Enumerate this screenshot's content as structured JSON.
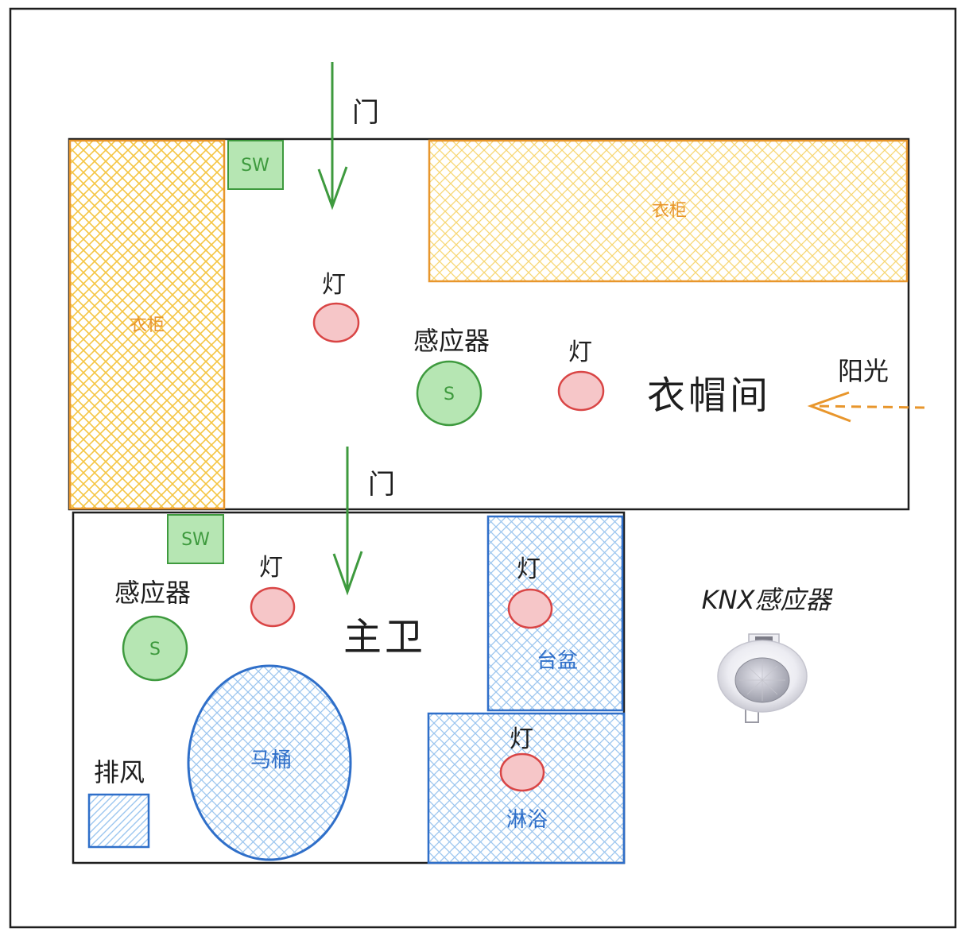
{
  "rooms": {
    "cloakroom": {
      "label": "衣帽间"
    },
    "bathroom": {
      "label": "主卫"
    }
  },
  "doors": [
    {
      "label": "门"
    },
    {
      "label": "门"
    }
  ],
  "wardrobes": [
    {
      "label": "衣柜"
    },
    {
      "label": "衣柜"
    }
  ],
  "switches": [
    {
      "label": "SW"
    },
    {
      "label": "SW"
    }
  ],
  "sensors": [
    {
      "title": "感应器",
      "symbol": "S"
    },
    {
      "title": "感应器",
      "symbol": "S"
    }
  ],
  "lights": [
    {
      "label": "灯"
    },
    {
      "label": "灯"
    },
    {
      "label": "灯"
    },
    {
      "label": "灯"
    },
    {
      "label": "灯"
    }
  ],
  "fixtures": {
    "toilet": "马桶",
    "basin": "台盆",
    "shower": "淋浴",
    "exhaust": "排风"
  },
  "sunlight": {
    "label": "阳光"
  },
  "knx": {
    "label": "KNX感应器"
  },
  "colors": {
    "orange": "#e8962c",
    "yellow_fill": "#f6c94a",
    "blue": "#2f6fc9",
    "blue_fill": "#a8cff2",
    "green": "#3e9a3e",
    "green_fill": "#b6e6b3",
    "red": "#d94545",
    "red_fill": "#f6c6c8",
    "ink": "#1e1e1e"
  }
}
